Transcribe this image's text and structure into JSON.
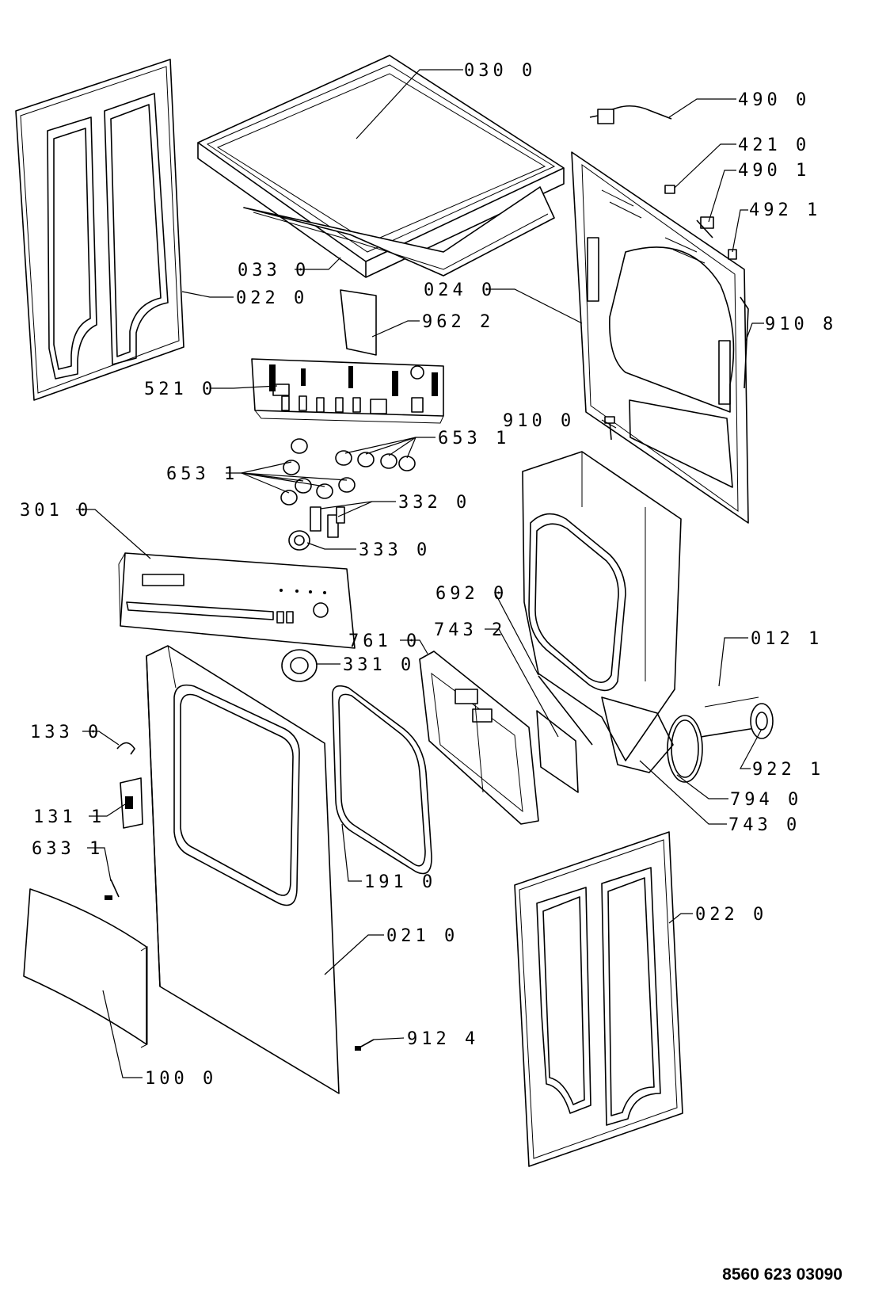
{
  "drawing_number": "8560 623 03090",
  "labels": {
    "l0300": "030 0",
    "l4900": "490 0",
    "l4210": "421 0",
    "l4901": "490 1",
    "l4921": "492 1",
    "l0330": "033 0",
    "l0220a": "022 0",
    "l0240": "024 0",
    "l9622": "962 2",
    "l9108": "910 8",
    "l5210": "521 0",
    "l9100": "910 0",
    "l6531a": "653 1",
    "l6531b": "653 1",
    "l3320": "332 0",
    "l3010": "301 0",
    "l3330": "333 0",
    "l6920": "692 0",
    "l7610": "761 0",
    "l7432": "743 2",
    "l3310": "331 0",
    "l0121": "012 1",
    "l1330": "133 0",
    "l9221": "922 1",
    "l1311": "131 1",
    "l7940": "794 0",
    "l7430": "743 0",
    "l6331": "633 1",
    "l1910": "191 0",
    "l0220b": "022 0",
    "l0210": "021 0",
    "l9124": "912 4",
    "l1000": "100 0"
  }
}
